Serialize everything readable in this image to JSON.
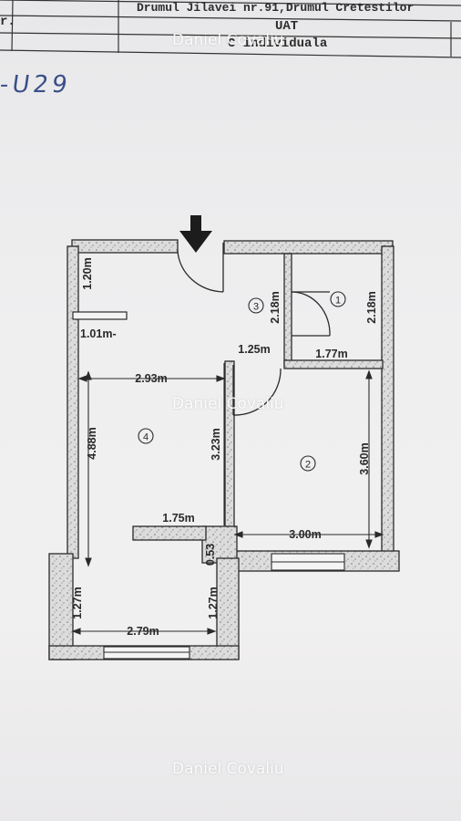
{
  "header": {
    "row_label": "r.",
    "address": "Drumul Jilavei nr.91,Drumul Cretestilor",
    "uat_label": "UAT",
    "type": "C individuala"
  },
  "handwritten_note": "-U29",
  "watermark": "Daniel Covaliu",
  "rooms": {
    "room1": "1",
    "room2": "2",
    "room3": "3",
    "room4": "4"
  },
  "dimensions": {
    "d_1_20": "1.20m",
    "d_1_01": "1.01m-",
    "d_2_18_a": "2.18m",
    "d_2_18_b": "2.18m",
    "d_1_25": "1.25m",
    "d_1_77": "1.77m",
    "d_2_93": "2.93m",
    "d_4_88": "4.88m",
    "d_3_23": "3.23m",
    "d_3_60": "3.60m",
    "d_1_75": "1.75m",
    "d_3_00": "3.00m",
    "d_0_53": "0.53",
    "d_1_27_a": "1.27m",
    "d_1_27_b": "1.27m",
    "d_2_79": "2.79m"
  },
  "colors": {
    "ink": "#2a2a2a",
    "wall_fill": "#d9d9d9",
    "handwriting": "#3b4f88"
  }
}
